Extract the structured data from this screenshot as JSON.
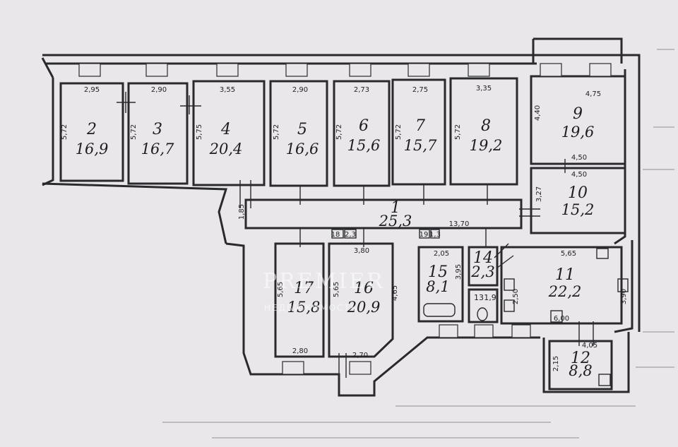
{
  "rooms": [
    {
      "id": "2",
      "number": "2",
      "area": "16,9",
      "width": "2,95",
      "length": "5,72"
    },
    {
      "id": "3",
      "number": "3",
      "area": "16,7",
      "width": "2,90",
      "length": "5,72"
    },
    {
      "id": "4",
      "number": "4",
      "area": "20,4",
      "width": "3,55",
      "length": "5,75"
    },
    {
      "id": "5",
      "number": "5",
      "area": "16,6",
      "width": "2,90",
      "length": "5,72"
    },
    {
      "id": "6",
      "number": "6",
      "area": "15,6",
      "width": "2,73",
      "length": "5,72"
    },
    {
      "id": "7",
      "number": "7",
      "area": "15,7",
      "width": "2,75",
      "length": "5,72"
    },
    {
      "id": "8",
      "number": "8",
      "area": "19,2",
      "width": "3,35",
      "length": "5,72"
    },
    {
      "id": "9",
      "number": "9",
      "area": "19,6",
      "width": "4,75",
      "length": "4,40",
      "width2": "4,50"
    },
    {
      "id": "10",
      "number": "10",
      "area": "15,2",
      "width": "4,50",
      "length": "3,27"
    },
    {
      "id": "1",
      "number": "1",
      "area": "25,3",
      "width": "1,85",
      "length": "13,70"
    },
    {
      "id": "17",
      "number": "17",
      "area": "15,8",
      "width": "2,80",
      "length": "5,65"
    },
    {
      "id": "16",
      "number": "16",
      "area": "20,9",
      "width": "3,80",
      "length": "5,65",
      "width2": "2,70",
      "length2": "4,65"
    },
    {
      "id": "15",
      "number": "15",
      "area": "8,1",
      "width": "2,05",
      "length": "3,95"
    },
    {
      "id": "14",
      "number": "14",
      "area": "2,3"
    },
    {
      "id": "13",
      "number": "13",
      "area": "1,9"
    },
    {
      "id": "11",
      "number": "11",
      "area": "22,2",
      "width": "5,65",
      "length": "3,90",
      "width2": "6,00",
      "length2": "2,50"
    },
    {
      "id": "12",
      "number": "12",
      "area": "8,8",
      "width": "4,05",
      "length": "2,15"
    },
    {
      "id": "18",
      "number": "18",
      "area": "2,3"
    },
    {
      "id": "19",
      "number": "19",
      "area": "1,3"
    }
  ],
  "watermark": {
    "brand": "PREMIER",
    "sub": "НЕДВИЖИМОСТЬ"
  },
  "colors": {
    "paper": "#e9e7ea",
    "ink": "#2a2a2e"
  }
}
